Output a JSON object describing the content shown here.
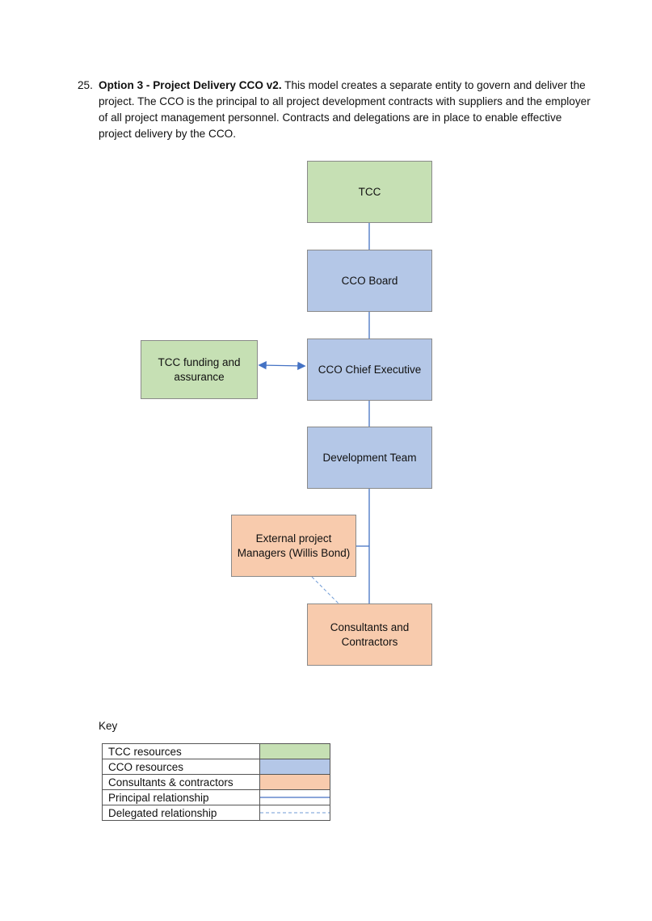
{
  "paragraph": {
    "number": "25.",
    "bold": "Option 3 - Project Delivery CCO v2.",
    "text": " This model creates a separate entity to govern and deliver the project. The CCO is the principal to all project development contracts with suppliers and the employer of all project management personnel. Contracts and delegations are in place to enable effective project delivery by the CCO."
  },
  "diagram": {
    "tcc": "TCC",
    "cco_board": "CCO Board",
    "chief_exec": "CCO Chief Executive",
    "funding_line1": "TCC funding and",
    "funding_line2": "assurance",
    "dev_team": "Development Team",
    "ext_pm_line1": "External project",
    "ext_pm_line2": "Managers (Willis Bond)",
    "consult_line1": "Consultants and",
    "consult_line2": "Contractors"
  },
  "key": {
    "title": "Key",
    "rows": [
      {
        "label": "TCC resources"
      },
      {
        "label": "CCO resources"
      },
      {
        "label": "Consultants & contractors"
      },
      {
        "label": "Principal relationship"
      },
      {
        "label": "Delegated relationship"
      }
    ]
  },
  "colors": {
    "tcc_green": "#c6e0b4",
    "cco_blue": "#b4c7e7",
    "consultant_orange": "#f8cbad",
    "line_blue": "#4472c4"
  }
}
